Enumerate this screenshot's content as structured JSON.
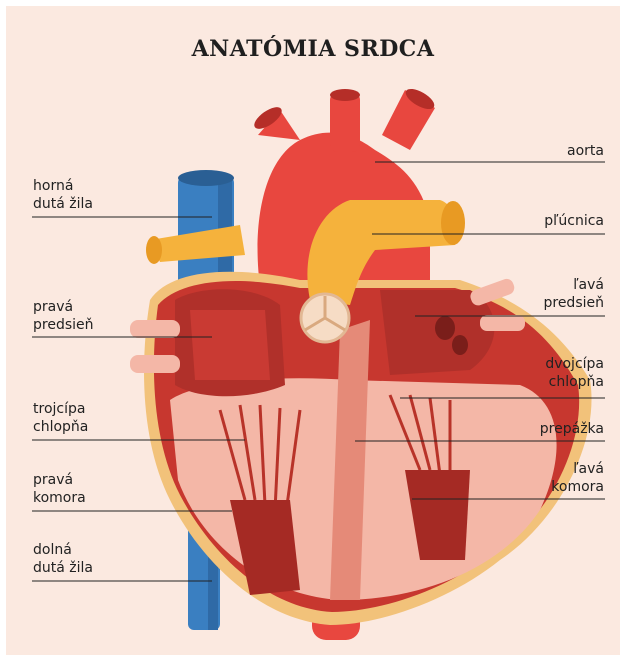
{
  "title": "ANATÓMIA SRDCA",
  "labels_left": {
    "superior_vena_cava": "horná\ndutá žila",
    "right_atrium": "pravá\npredsieň",
    "tricuspid_valve": "trojcípa\nchlopňa",
    "right_ventricle": "pravá\nkomora",
    "inferior_vena_cava": "dolná\ndutá žila"
  },
  "labels_right": {
    "aorta": "aorta",
    "pulmonary_artery": "pľúcnica",
    "left_atrium": "ľavá\npredsieň",
    "mitral_valve": "dvojcípa\nchlopňa",
    "septum": "prepážka",
    "left_ventricle": "ľavá\nkomora"
  },
  "colors": {
    "background": "#fbe9e0",
    "aorta": "#e8473f",
    "heart_muscle": "#c7372f",
    "pulmonary": "#f5b23c",
    "vena_cava": "#3a7fc1",
    "inner_wall": "#f4b7a7",
    "outline": "#f2c27a"
  }
}
